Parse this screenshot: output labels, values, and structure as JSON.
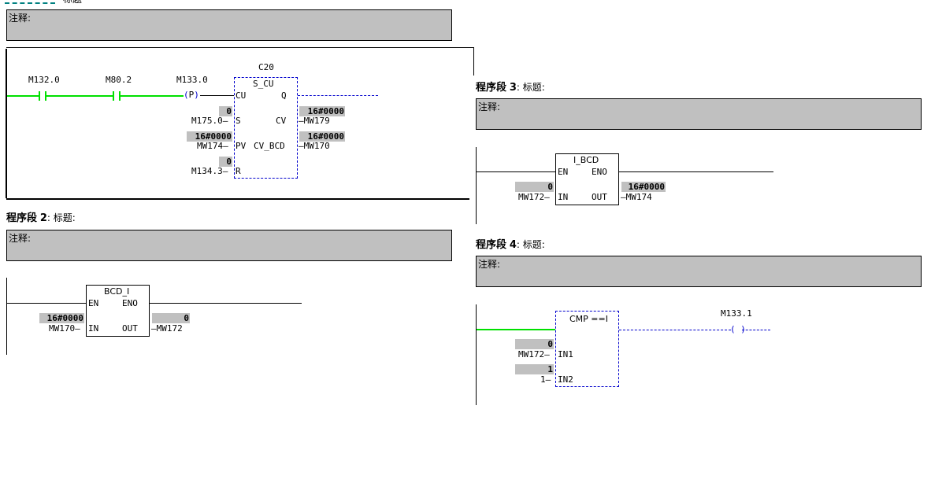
{
  "top_fragment": {
    "label": "标题"
  },
  "comment_label": "注释:",
  "network1": {
    "contacts": [
      "M132.0",
      "M80.2"
    ],
    "edge_coil": {
      "address": "M133.0",
      "symbol": "P"
    },
    "counter": {
      "name": "C20",
      "type": "S_CU",
      "pins_left": [
        {
          "pin": "CU",
          "operand": "",
          "value": ""
        },
        {
          "pin": "S",
          "operand": "M175.0",
          "value": "0"
        },
        {
          "pin": "PV",
          "operand": "MW174",
          "value": "16#0000"
        },
        {
          "pin": "R",
          "operand": "M134.3",
          "value": "0"
        }
      ],
      "pins_right": [
        {
          "pin": "Q",
          "operand": "",
          "value": ""
        },
        {
          "pin": "CV",
          "operand": "MW179",
          "value": "16#0000"
        },
        {
          "pin": "CV_BCD",
          "operand": "MW170",
          "value": "16#0000"
        }
      ]
    }
  },
  "network2": {
    "title_prefix": "程序段",
    "number": "2",
    "title_suffix": ": 标题:",
    "block": {
      "type": "BCD_I",
      "en": "EN",
      "eno": "ENO",
      "in": "IN",
      "out": "OUT",
      "in_operand": "MW170",
      "in_value": "16#0000",
      "out_operand": "MW172",
      "out_value": "0"
    }
  },
  "network3": {
    "title_prefix": "程序段",
    "number": "3",
    "title_suffix": ": 标题:",
    "block": {
      "type": "I_BCD",
      "en": "EN",
      "eno": "ENO",
      "in": "IN",
      "out": "OUT",
      "in_operand": "MW172",
      "in_value": "0",
      "out_operand": "MW174",
      "out_value": "16#0000"
    }
  },
  "network4": {
    "title_prefix": "程序段",
    "number": "4",
    "title_suffix": ": 标题:",
    "block": {
      "type": "CMP ==I",
      "in1": "IN1",
      "in2": "IN2",
      "in1_operand": "MW172",
      "in1_value": "0",
      "in2_operand": "1",
      "in2_value": "1"
    },
    "coil": {
      "address": "M133.1"
    }
  },
  "colors": {
    "power_flow": "#00e000",
    "not_satisfied": "#0000cc",
    "comment_bg": "#c0c0c0"
  }
}
